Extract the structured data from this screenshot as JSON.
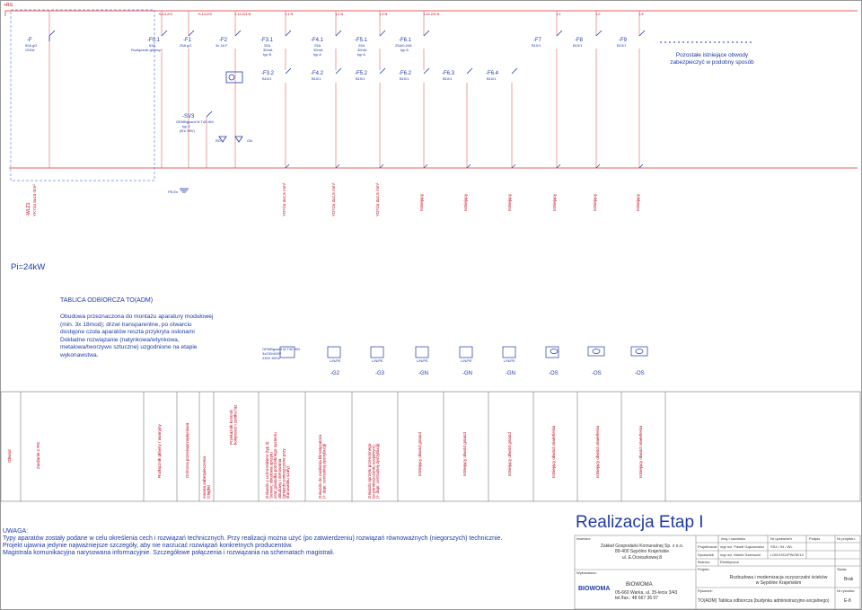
{
  "header": {
    "rg": "+RG",
    "bus_labels": [
      "+L1/L2/3",
      "+L1/L2/3",
      "+L1/L2/3",
      "L1/L2/3 N",
      "L1 N",
      "L2 N",
      "L3 N",
      "L1/L2/3 N",
      "L1",
      "L2",
      "L3"
    ]
  },
  "top_devices": [
    {
      "id": "-F",
      "l1": "50A",
      "l2": "gG",
      "l3": "/200A"
    },
    {
      "id": "-F0.1",
      "l1": "63A",
      "l2": "Rozłącznik główny",
      "l3": ""
    },
    {
      "id": "-F1",
      "l1": "25A gG",
      "l2": "",
      "l3": ""
    },
    {
      "id": "-F2",
      "l1": "3x 1A F",
      "l2": "",
      "l3": ""
    },
    {
      "id": "-F3.1",
      "l1": "25A",
      "l2": "30mA",
      "l3": "typ B"
    },
    {
      "id": "-F4.1",
      "l1": "25A",
      "l2": "30mA",
      "l3": "typ A"
    },
    {
      "id": "-F5.1",
      "l1": "25A",
      "l2": "30mA",
      "l3": "typ A"
    },
    {
      "id": "-F6.1",
      "l1": "25A/0,03A",
      "l2": "typ A",
      "l3": ""
    },
    {
      "id": "-F7",
      "l1": "B10/1",
      "l2": "",
      "l3": ""
    },
    {
      "id": "-F8",
      "l1": "B10/1",
      "l2": "",
      "l3": ""
    },
    {
      "id": "-F9",
      "l1": "B10/1",
      "l2": "",
      "l3": ""
    }
  ],
  "second_row": [
    {
      "id": "-F3.2",
      "l1": "B10/1"
    },
    {
      "id": "-F4.2",
      "l1": "B10/1"
    },
    {
      "id": "-F5.2",
      "l1": "B10/1"
    },
    {
      "id": "-F6.2",
      "l1": "B10/1"
    },
    {
      "id": "-F6.3",
      "l1": "B10/1"
    },
    {
      "id": "-F6.4",
      "l1": "B10/1"
    }
  ],
  "remaining_note": "Pozostałe istniejące obwody\nzabezpieczyć w podobny sposób",
  "sv": {
    "id": "-SV3",
    "l1": "OEMBguard M T40 HM",
    "l2": "typ 2",
    "l3": "(B1/ 90V)",
    "rd": "RD",
    "gn": "GN"
  },
  "cables": {
    "wlz": "-WLZ1",
    "wlz_type": "YKYżo 5x10 mm²",
    "pe": "PE/Zn",
    "c1": "YDYżo 3x2,5 mm²",
    "c2": "YDYżo 3x2,5 mm²",
    "c3": "YDYżo 3x2,5 mm²",
    "existing": "Istniejący"
  },
  "power": "Pi=24kW",
  "table_title": "TABLICA ODBIORCZA TO(ADM)",
  "enclosure_note": "Obudowa przeznaczona do montażu aparatury modułowej (min. 3x 18mod); drzwi transparentne, po otwarciu dostępne czoła aparatów reszta przykryta osłonami Dokładne rozwiązanie (natynkowa/wtynkowa, metalowa/tworzywo sztuczne) uzgodnione na etapie wykonawstwa.",
  "outlet_caption": "OEMBguard M T40 HM\n3x230/400V\n230V 50Hz",
  "outlet_codes": [
    "L/N/PE",
    "L/N/PE",
    "L/N/PE",
    "L/N/PE",
    "L/N/PE"
  ],
  "bottom_codes": [
    "-G2",
    "-G3",
    "-GN",
    "-GN",
    "-GN",
    "-OS",
    "-OS",
    "-OS"
  ],
  "columns": [
    "Obwód",
    "Zasilanie z RG",
    "Rozłącznik główny / awaryjny",
    "Ochrona przeciwprzepięciowa",
    "Awaria zabezpieczenia (ciągła)",
    "Przekaźnik kontroli kolejności i zaniku faz",
    "Gniazdo z uchronnikiem (typ 3)\nSerwer, obudowa sprzętu\noraz gniazdka potrzebnego systemu\nobudowy i sterowania\n(gniazdo umieszczone przy\nstanowisku szafy)",
    "Gniazdo do zasilania klimatyzatora\n(+ dopr. centralnej dystrybucji)",
    "Gniazdo sprzętu przenośnego\n(w pomieszczeniu socjalnym)\n(+ dopr. centralnej dystrybucji)",
    "Istniejący obwód gniazd",
    "Istniejący obwód gniazd",
    "Istniejący obwód gniazd",
    "Istniejący obwód oświetlenia",
    "Istniejący obwód oświetlenia",
    "Istniejący obwód oświetlenia"
  ],
  "uwaga": {
    "title": "UWAGA:",
    "lines": [
      "Typy aparatów zostały podane w celu określenia cech i rozwiązań technicznych. Przy realizacji można użyć (po zatwierdzeniu) rozwiązań równoważnych (niegorszych) technicznie.",
      "Projekt ujawnia jedynie najważniejsze szczegóły, aby nie narzucać rozwiązań konkretnych producentów.",
      "Magistrala komunikacyjna narysowana informacyjnie. Szczegółowe połączenia i rozwiązania na schematach magistrali."
    ]
  },
  "stamp": {
    "realizacja": "Realizacja Etap I",
    "investor_label": "Inwestor:",
    "investor": "Zakład Gospodarki Komunalnej Sp. z o.o.\n89-400 Sępólno Krajeńskie\nul. E.Orzeszkowej 8",
    "contractor_label": "Wykonawca:",
    "company": "BIOWOMA",
    "company_address": "05-660 Warka, ul. 35-lecia 3/43\ntel./fax.: 48 667 36 07",
    "logo_text": "BIOWOMA",
    "h_name": "Imię i nazwisko",
    "h_rights": "Nr uprawnień",
    "h_sign": "Podpis",
    "h_sheet_no": "Nr projektu:",
    "role1": "Projektował:",
    "person1": "mgr inż. Paweł Gąsiorowicz",
    "rights1": "SS4 / 94 / WL",
    "role2": "Sprawdził:",
    "person2": "mgr inż. Marek Szamocki",
    "rights2": "LOD/1911/PWOE/12",
    "branch_label": "Branża:",
    "branch": "Elektryczna",
    "project_label": "Projekt:",
    "project": "Rozbudowa i modernizacja oczyszczalni ścieków\nw Sępólnie Krajeńskim",
    "drawing_label": "Rysunek:",
    "drawing": "TO(ADM) Tablica odbiorcza (budynku administracyjno-socjalnego)",
    "scale_label": "Skala:",
    "scale": "Brak",
    "sheet_label": "Nr rysunku:",
    "sheet": "E-8"
  }
}
